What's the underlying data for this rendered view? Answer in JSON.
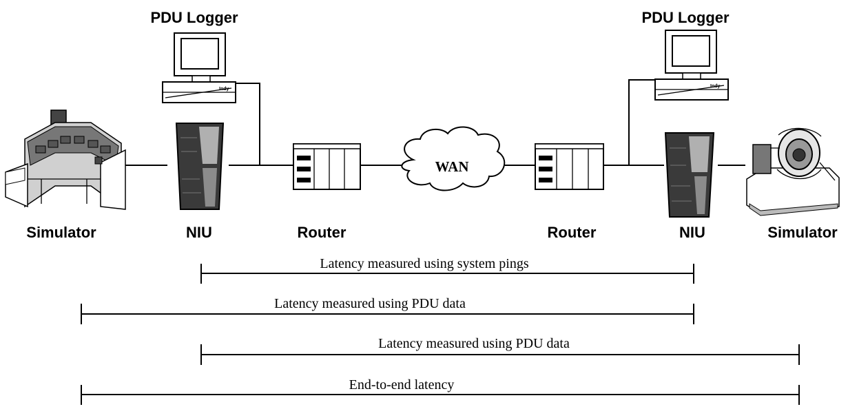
{
  "labels": {
    "pdu_logger_left": "PDU Logger",
    "pdu_logger_right": "PDU Logger",
    "simulator_left": "Simulator",
    "niu_left": "NIU",
    "router_left": "Router",
    "router_right": "Router",
    "niu_right": "NIU",
    "simulator_right": "Simulator",
    "wan": "WAN",
    "indy_left": "Indy",
    "indy_right": "Indy"
  },
  "measurements": [
    {
      "label": "Latency  measured using system pings"
    },
    {
      "label": "Latency  measured using PDU data"
    },
    {
      "label": "Latency  measured using PDU data"
    },
    {
      "label": "End-to-end latency"
    }
  ]
}
